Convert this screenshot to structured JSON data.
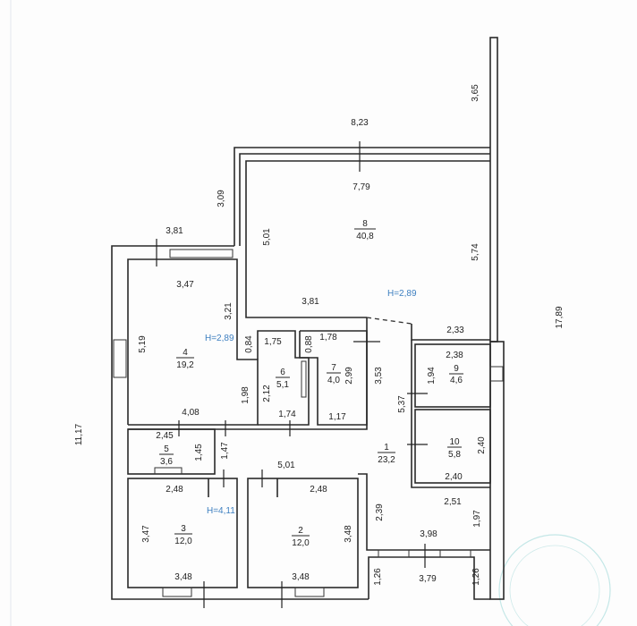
{
  "plan": {
    "heights": {
      "h1": "H=2,89",
      "h2": "H=2,89",
      "h3": "H=4,11"
    },
    "rooms": [
      {
        "number": "1",
        "area": "23,2"
      },
      {
        "number": "2",
        "area": "12,0"
      },
      {
        "number": "3",
        "area": "12,0"
      },
      {
        "number": "4",
        "area": "19,2"
      },
      {
        "number": "5",
        "area": "3,6"
      },
      {
        "number": "6",
        "area": "5,1"
      },
      {
        "number": "7",
        "area": "4,0"
      },
      {
        "number": "8",
        "area": "40,8"
      },
      {
        "number": "9",
        "area": "4,6"
      },
      {
        "number": "10",
        "area": "5,8"
      }
    ],
    "dims": {
      "top_823": "8,23",
      "top_365": "3,65",
      "r8_779": "7,79",
      "r8_501": "5,01",
      "r8_574": "5,74",
      "ext_309": "3,09",
      "ext_381": "3,81",
      "r4_347": "3,47",
      "r4_321": "3,21",
      "r8_381": "3,81",
      "r4_519": "5,19",
      "r4_198": "1,98",
      "r4_408": "4,08",
      "r6_084": "0,84",
      "r6_175": "1,75",
      "r6_212": "2,12",
      "r6_174": "1,74",
      "r7_088": "0,88",
      "r7_178": "1,78",
      "r7_299": "2,99",
      "r7_117": "1,17",
      "c_353": "3,53",
      "r8_233": "2,33",
      "r9_238": "2,38",
      "r9_194": "1,94",
      "c_537": "5,37",
      "r10_240v": "2,40",
      "r10_240h": "2,40",
      "r5_245": "2,45",
      "r5_145": "1,45",
      "c_147": "1,47",
      "c_501": "5,01",
      "r3_248": "2,48",
      "r2_248": "2,48",
      "r3_347": "3,47",
      "r2_348v": "3,48",
      "r3_348": "3,48",
      "r2_348": "3,48",
      "c_239": "2,39",
      "c_251": "2,51",
      "c_197": "1,97",
      "c_398": "3,98",
      "b_126l": "1,26",
      "b_379": "3,79",
      "b_126r": "1,26",
      "left_1117": "11,17",
      "right_1789": "17,89"
    }
  }
}
